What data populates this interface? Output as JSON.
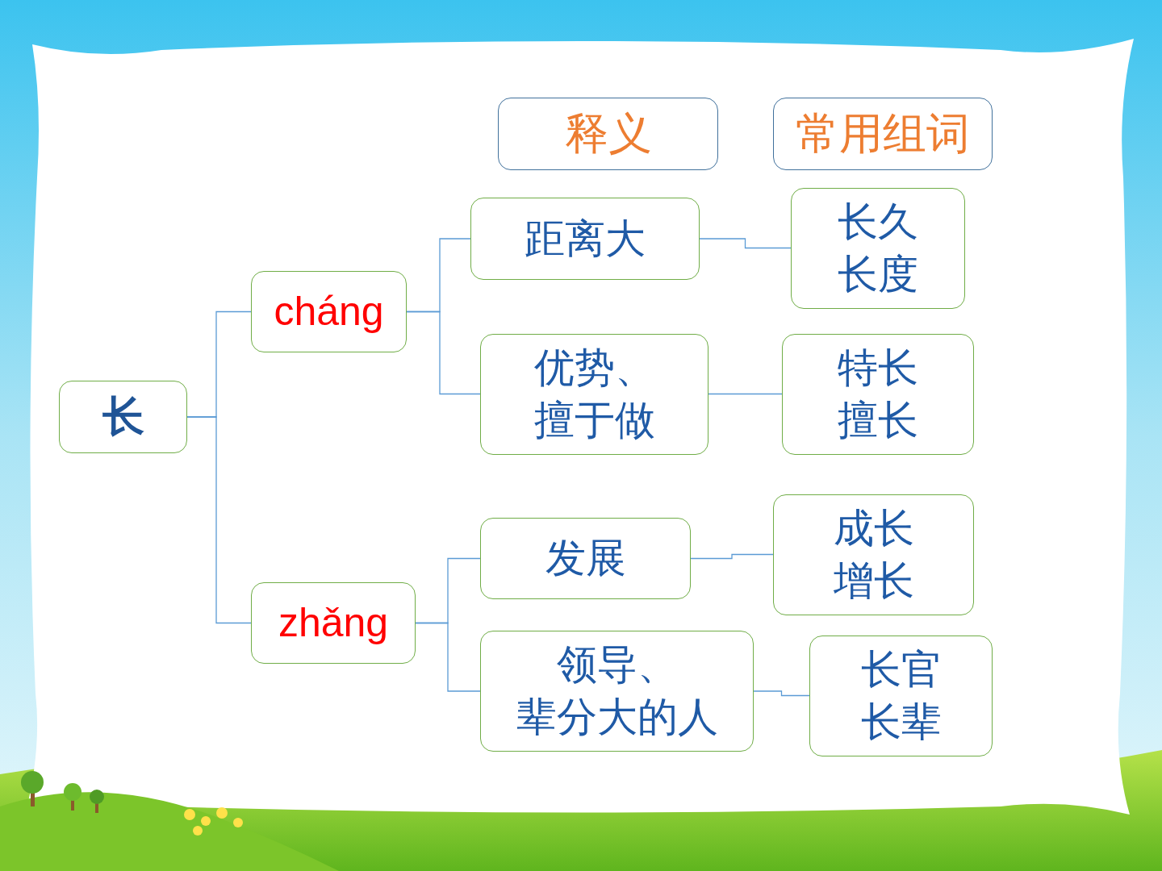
{
  "diagram": {
    "nodes": [
      {
        "text": [
          "释义"
        ]
      },
      {
        "text": [
          "常用组词"
        ]
      },
      {
        "text": [
          "长"
        ]
      },
      {
        "text": [
          "cháng"
        ]
      },
      {
        "text": [
          "距离大"
        ]
      },
      {
        "text": [
          "长久 长度"
        ]
      },
      {
        "text": [
          "优势、 擅于做"
        ]
      },
      {
        "text": [
          "特长 擅长"
        ]
      },
      {
        "text": [
          "zhǎng"
        ]
      },
      {
        "text": [
          "发展"
        ]
      },
      {
        "text": [
          "成长 增长"
        ]
      },
      {
        "text": [
          "领导、 辈分大的人"
        ]
      },
      {
        "text": [
          "长官 长辈"
        ]
      }
    ],
    "edges": [
      {
        "from": 2,
        "to": 3,
        "arrow": "none"
      },
      {
        "from": 2,
        "to": 8,
        "arrow": "none"
      },
      {
        "from": 3,
        "to": 4,
        "arrow": "none"
      },
      {
        "from": 3,
        "to": 6,
        "arrow": "none"
      },
      {
        "from": 4,
        "to": 5,
        "arrow": "none"
      },
      {
        "from": 6,
        "to": 7,
        "arrow": "none"
      },
      {
        "from": 8,
        "to": 9,
        "arrow": "none"
      },
      {
        "from": 8,
        "to": 11,
        "arrow": "none"
      },
      {
        "from": 9,
        "to": 10,
        "arrow": "none"
      },
      {
        "from": 11,
        "to": 12,
        "arrow": "none"
      }
    ]
  }
}
